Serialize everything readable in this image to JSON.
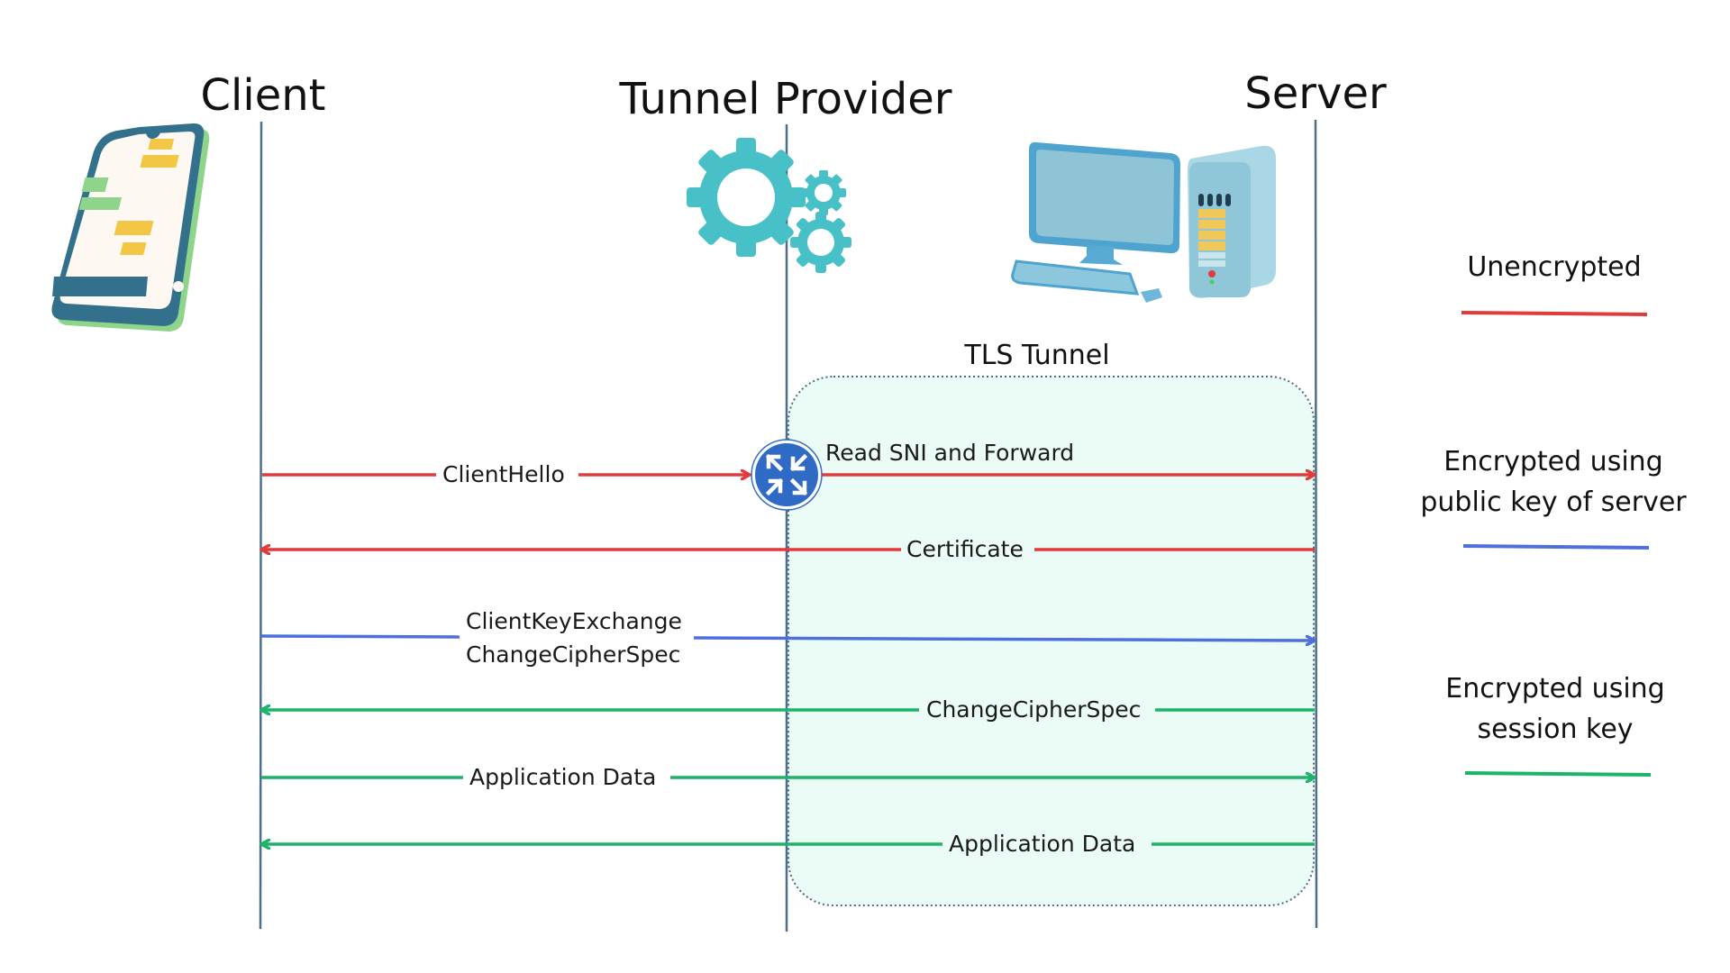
{
  "participants": {
    "client": "Client",
    "tunnel": "Tunnel Provider",
    "server": "Server"
  },
  "tunnel_label": "TLS Tunnel",
  "router_annotation": "Read SNI and Forward",
  "messages": [
    {
      "label": "ClientHello",
      "from": "client",
      "to": "tunnel",
      "type": "unencrypted"
    },
    {
      "label": "Read SNI and Forward",
      "from": "tunnel",
      "to": "server",
      "type": "unencrypted"
    },
    {
      "label": "Certificate",
      "from": "server",
      "to": "client",
      "type": "unencrypted"
    },
    {
      "label": "ClientKeyExchange\nChangeCipherSpec",
      "label_line1": "ClientKeyExchange",
      "label_line2": "ChangeCipherSpec",
      "from": "client",
      "to": "server",
      "type": "public_key"
    },
    {
      "label": "ChangeCipherSpec",
      "from": "server",
      "to": "client",
      "type": "session_key"
    },
    {
      "label": "Application Data",
      "from": "client",
      "to": "server",
      "type": "session_key"
    },
    {
      "label": "Application Data",
      "from": "server",
      "to": "client",
      "type": "session_key"
    }
  ],
  "legend": [
    {
      "type": "unencrypted",
      "label": "Unencrypted",
      "color": "#e23b3b"
    },
    {
      "type": "public_key",
      "label_line1": "Encrypted using",
      "label_line2": "public key of server",
      "color": "#4f6fdc"
    },
    {
      "type": "session_key",
      "label_line1": "Encrypted using",
      "label_line2": "session key",
      "color": "#1db36a"
    }
  ],
  "colors": {
    "unencrypted": "#e23b3b",
    "public_key": "#4f6fdc",
    "session_key": "#1db36a",
    "lifeline": "#4a7088",
    "tunnel_fill": "#ebfcf6",
    "tunnel_border": "#4a6a80",
    "gear": "#47c0c8",
    "router": "#2f6bc4"
  },
  "icons": {
    "client": "smartphone-chat-icon",
    "tunnel": "gears-icon",
    "server": "desktop-computer-icon",
    "router": "router-icon"
  }
}
